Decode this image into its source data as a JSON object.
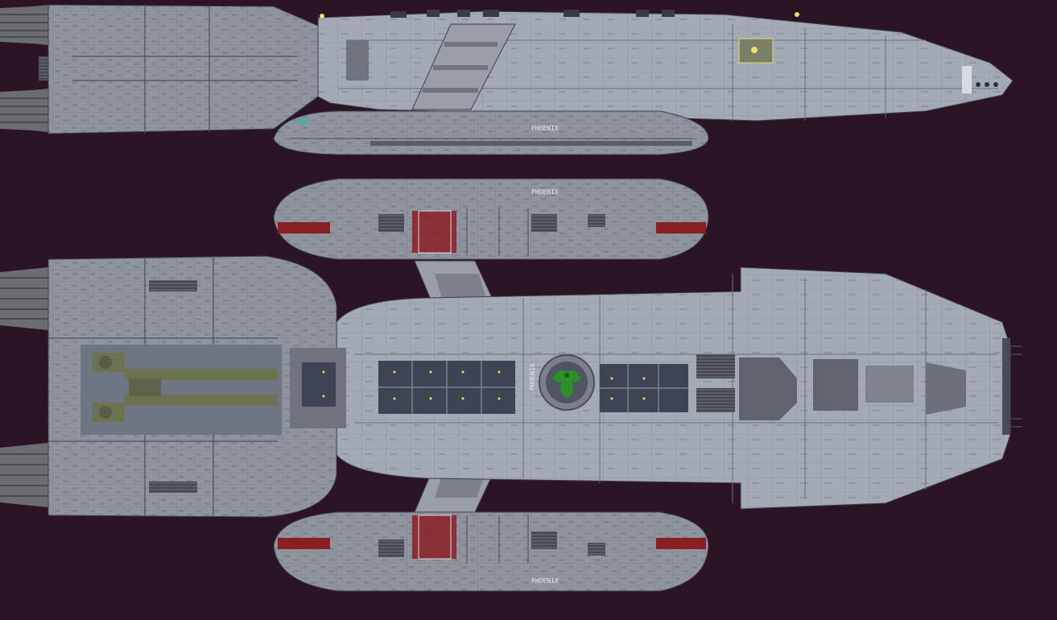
{
  "labels": {
    "side_pod_top": "PHOENIX",
    "dorsal_pod_top": "PHOENIX",
    "dorsal_pod_bottom": "PHOENIX",
    "hull_stencil": "PHOENIX"
  },
  "colors": {
    "space": "#2b1524",
    "hull": "#8f949f",
    "hull_light": "#a9aebb",
    "hull_dark": "#6f737e",
    "panel_line": "#3d3f47",
    "engine": "#6b6d72",
    "hangar": "#3f4454",
    "accent_red": "#8a1f23",
    "olive": "#6b7250",
    "emblem_green": "#2e8f2a",
    "window_yellow": "#e8e06a"
  },
  "icons": {
    "emblem": "phoenix-emblem-icon"
  }
}
